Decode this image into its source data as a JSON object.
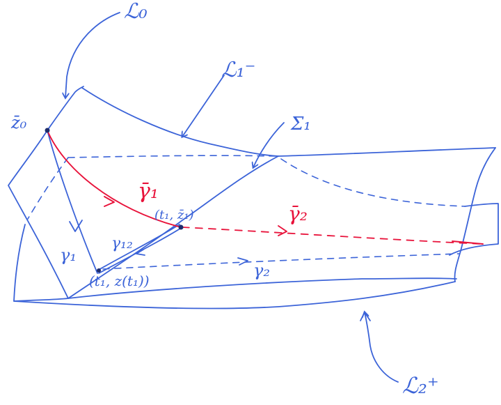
{
  "labels": {
    "L0": "ℒ₀",
    "L1_minus": "ℒ₁⁻",
    "Sigma1": "Σ₁",
    "z0": "z̄₀",
    "gamma1_bar": "γ̄₁",
    "t1_z1_bar": "(t₁, z̄₁)",
    "gamma2_bar": "γ̄₂",
    "gamma12": "γ₁₂",
    "gamma1": "γ₁",
    "t1_z_t1": "(t₁, z(t₁))",
    "gamma2": "γ₂",
    "L2_plus": "ℒ₂⁺"
  },
  "colors": {
    "ink_blue": "#3b63d8",
    "ink_red": "#e8123a"
  }
}
